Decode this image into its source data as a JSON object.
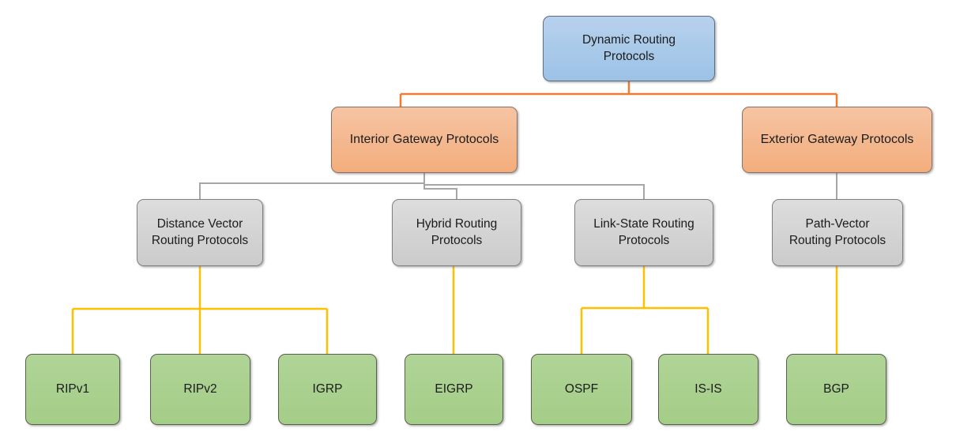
{
  "diagram": {
    "type": "hierarchy-tree",
    "background": "#ffffff",
    "text_color": "#1b1b1b"
  },
  "nodes": {
    "root": {
      "label": "Dynamic Routing\nProtocols",
      "level": 1,
      "fill": "#9cc2e6",
      "parent": null
    },
    "interior": {
      "label": "Interior Gateway Protocols",
      "level": 2,
      "fill": "#f4b183",
      "parent": "root"
    },
    "exterior": {
      "label": "Exterior Gateway Protocols",
      "level": 2,
      "fill": "#f4b183",
      "parent": "root"
    },
    "distance_vector": {
      "label": "Distance Vector\nRouting Protocols",
      "level": 3,
      "fill": "#d2d2d2",
      "parent": "interior"
    },
    "hybrid": {
      "label": "Hybrid Routing\nProtocols",
      "level": 3,
      "fill": "#d2d2d2",
      "parent": "interior"
    },
    "link_state": {
      "label": "Link-State Routing\nProtocols",
      "level": 3,
      "fill": "#d2d2d2",
      "parent": "interior"
    },
    "path_vector": {
      "label": "Path-Vector\nRouting Protocols",
      "level": 3,
      "fill": "#d2d2d2",
      "parent": "exterior"
    },
    "ripv1": {
      "label": "RIPv1",
      "level": 4,
      "fill": "#a9d18e",
      "parent": "distance_vector"
    },
    "ripv2": {
      "label": "RIPv2",
      "level": 4,
      "fill": "#a9d18e",
      "parent": "distance_vector"
    },
    "igrp": {
      "label": "IGRP",
      "level": 4,
      "fill": "#a9d18e",
      "parent": "distance_vector"
    },
    "eigrp": {
      "label": "EIGRP",
      "level": 4,
      "fill": "#a9d18e",
      "parent": "hybrid"
    },
    "ospf": {
      "label": "OSPF",
      "level": 4,
      "fill": "#a9d18e",
      "parent": "link_state"
    },
    "isis": {
      "label": "IS-IS",
      "level": 4,
      "fill": "#a9d18e",
      "parent": "link_state"
    },
    "bgp": {
      "label": "BGP",
      "level": 4,
      "fill": "#a9d18e",
      "parent": "path_vector"
    }
  },
  "connectors": {
    "tier1": {
      "color": "#ed7d31",
      "width": "2.5"
    },
    "tier2": {
      "color": "#a6a6a6",
      "width": "2"
    },
    "tier3": {
      "color": "#ffc000",
      "width": "2.5"
    }
  }
}
